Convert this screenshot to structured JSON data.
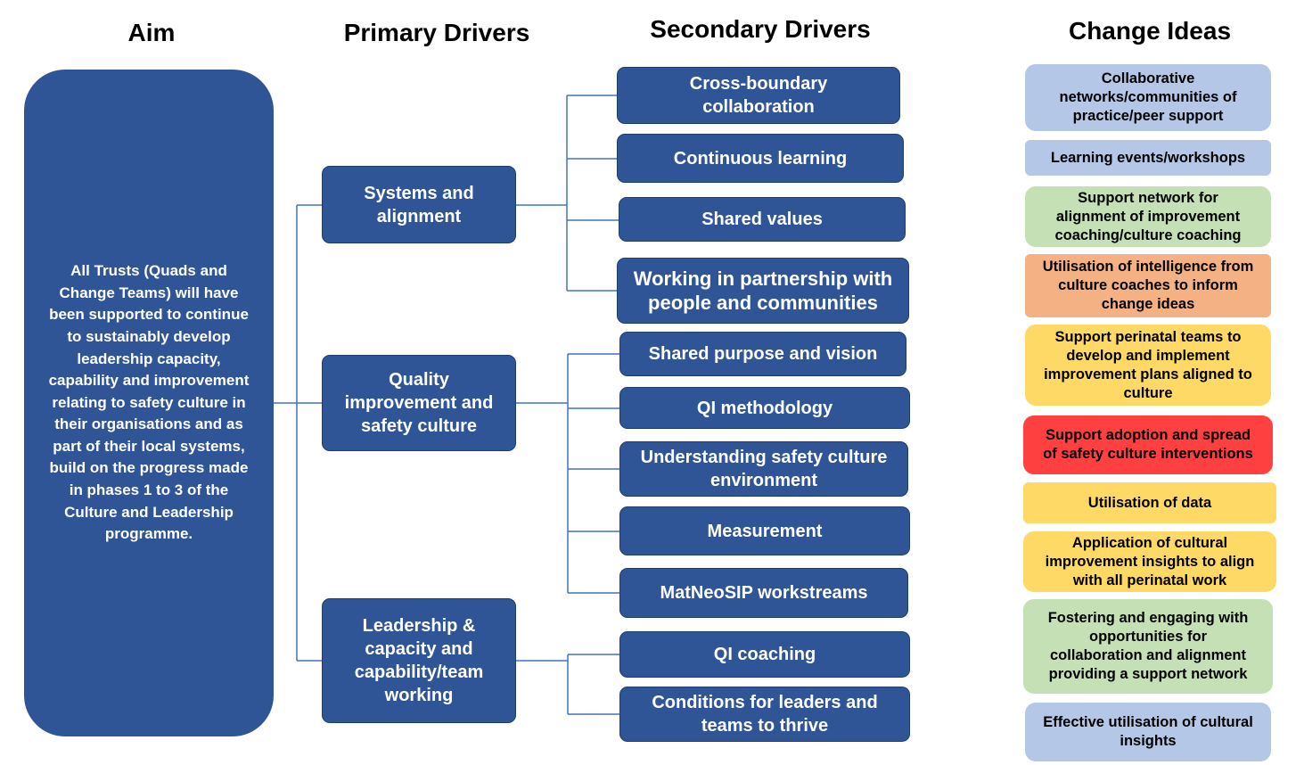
{
  "headers": {
    "aim": "Aim",
    "primary": "Primary Drivers",
    "secondary": "Secondary Drivers",
    "change": "Change Ideas"
  },
  "aim_text": "All Trusts (Quads and Change Teams) will have been supported to continue to sustainably develop leadership capacity, capability and improvement relating to safety culture in their organisations and as part of their local systems, build on the progress made in phases 1 to 3 of the Culture and Leadership programme.",
  "primary_drivers": [
    "Systems and alignment",
    "Quality improvement and safety culture",
    "Leadership & capacity and capability/team working"
  ],
  "secondary_drivers": [
    "Cross-boundary collaboration",
    "Continuous learning",
    "Shared values",
    "Working in partnership with people and communities",
    "Shared purpose and vision",
    "QI methodology",
    "Understanding safety culture environment",
    "Measurement",
    "MatNeoSIP workstreams",
    "QI coaching",
    "Conditions for leaders and teams to thrive"
  ],
  "change_ideas": [
    "Collaborative networks/communities of practice/peer support",
    "Learning events/workshops",
    "Support network for alignment of improvement coaching/culture coaching",
    "Utilisation of intelligence from culture coaches to inform change ideas",
    "Support perinatal teams to develop and implement improvement plans aligned to culture",
    "Support adoption and spread of safety culture interventions",
    "Utilisation of data",
    "Application of cultural improvement insights to align with all perinatal work",
    "Fostering and engaging with opportunities for collaboration and alignment providing a support network",
    "Effective utilisation of cultural insights"
  ],
  "colors": {
    "dark_blue": "#2f5597",
    "connector": "#4472c4",
    "light_blue": "#b4c7e7",
    "light_green": "#c5e0b4",
    "orange": "#f4b183",
    "yellow": "#ffd966",
    "red": "#ff4040"
  }
}
